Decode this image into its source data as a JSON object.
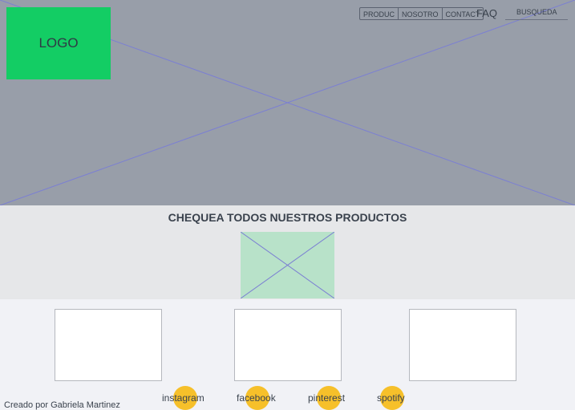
{
  "header": {
    "logo_text": "LOGO",
    "nav": [
      "PRODUC",
      "NOSOTRO",
      "CONTACT"
    ],
    "faq_label": "FAQ",
    "search_label": "BUSQUEDA"
  },
  "products": {
    "title": "CHEQUEA TODOS NUESTROS PRODUCTOS"
  },
  "footer": {
    "credit": "Creado por Gabriela Martinez",
    "social": [
      "instagram",
      "facebook",
      "pinterest",
      "spotify"
    ]
  },
  "colors": {
    "hero_bg": "#989ea9",
    "logo_bg": "#13cd64",
    "placeholder_line": "#7b7fd3",
    "social_dot": "#f6c02a",
    "band_bg": "#e6e7e9",
    "product_image_bg": "#b8e2c9"
  },
  "icons": {
    "hero": "image-placeholder-icon",
    "product": "image-placeholder-icon",
    "social": "circle-icon"
  }
}
